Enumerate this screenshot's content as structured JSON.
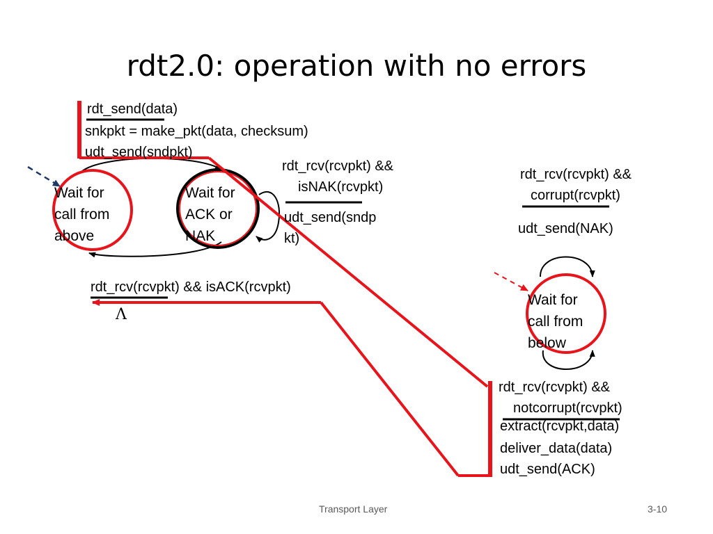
{
  "slide": {
    "title": "rdt2.0: operation with no errors",
    "footer_left": "Transport Layer",
    "footer_right": "3-10"
  },
  "sender": {
    "states": {
      "wait_call_above": [
        "Wait for",
        "call from",
        "above"
      ],
      "wait_ack_nak": [
        "Wait for",
        "ACK or",
        "NAK"
      ]
    },
    "send_transition": {
      "event": "rdt_send(data)",
      "actions": [
        "snkpkt = make_pkt(data, checksum)",
        "udt_send(sndpkt)"
      ]
    },
    "nak_transition": {
      "event": [
        "rdt_rcv(rcvpkt) &&",
        "isNAK(rcvpkt)"
      ],
      "action": [
        "udt_send(sndp",
        "kt)"
      ]
    },
    "ack_transition": {
      "event": "rdt_rcv(rcvpkt) && isACK(rcvpkt)",
      "action": "Λ"
    }
  },
  "receiver": {
    "state": [
      "Wait for",
      "call from",
      "below"
    ],
    "corrupt_transition": {
      "event": [
        "rdt_rcv(rcvpkt) &&",
        "corrupt(rcvpkt)"
      ],
      "action": "udt_send(NAK)"
    },
    "notcorrupt_transition": {
      "event": [
        "rdt_rcv(rcvpkt) &&",
        "notcorrupt(rcvpkt)"
      ],
      "actions": [
        "extract(rcvpkt,data)",
        "deliver_data(data)",
        "udt_send(ACK)"
      ]
    }
  },
  "colors": {
    "highlight": "#e8141b",
    "initial_arrow": "#1f3864",
    "text": "#000000"
  }
}
